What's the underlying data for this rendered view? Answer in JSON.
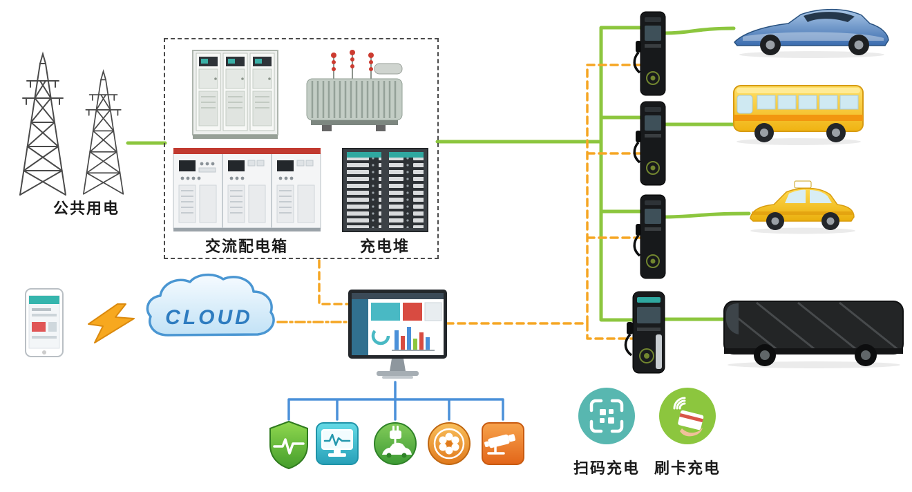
{
  "labels": {
    "public_power": "公共用电",
    "ac_distribution": "交流配电箱",
    "charging_stack": "充电堆",
    "cloud": "CLOUD",
    "scan_charge": "扫码充电",
    "card_charge": "刷卡充电"
  },
  "colors": {
    "power_line_green": "#8CC63E",
    "comm_line_orange": "#F5A623",
    "control_line_blue": "#4A90D9",
    "scan_badge_teal": "#58B7B0",
    "card_badge_green": "#8CC63E",
    "equipment_box_border": "#4A4A4A",
    "distribution_cabinet_stripe_red": "#C13A30"
  },
  "icons": {
    "protection": "shield-heartbeat-icon",
    "monitoring": "screen-waveform-icon",
    "charging": "ev-plug-car-icon",
    "billing": "coin-flower-icon",
    "surveillance": "cctv-camera-icon",
    "scan": "qr-scan-icon",
    "card": "swipe-card-icon",
    "wireless": "lightning-bolt-icon",
    "cloud": "cloud-icon"
  },
  "nodes": {
    "grid_source": "transmission-towers",
    "equipment_box_items": [
      "switchgear-cabinet",
      "oil-transformer",
      "ac-distribution-cabinet",
      "charging-stack-cabinet"
    ],
    "charging_pile_count": 4,
    "vehicles": [
      "sports-car",
      "city-bus",
      "taxi",
      "coach-bus"
    ],
    "management_chain": [
      "mobile-phone",
      "lightning-link",
      "cloud-platform",
      "monitoring-computer"
    ],
    "subsystem_icons": [
      "protection",
      "monitoring",
      "charging",
      "billing",
      "surveillance"
    ]
  }
}
